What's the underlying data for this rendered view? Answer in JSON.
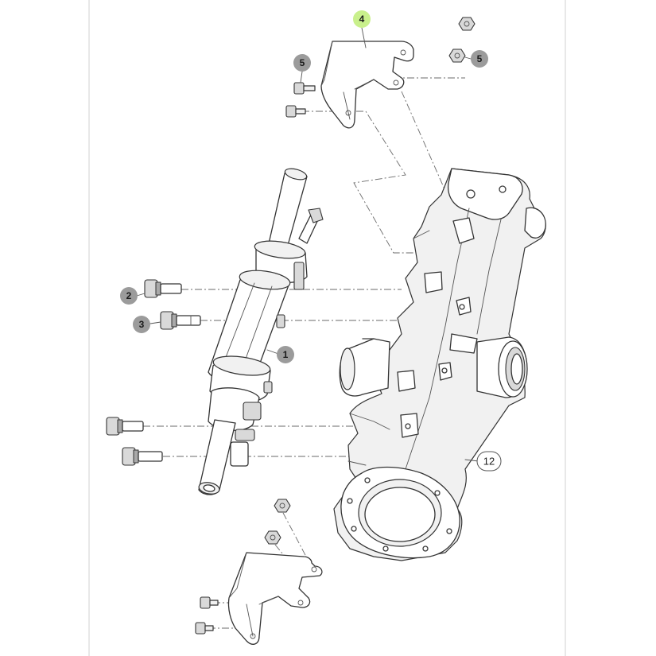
{
  "diagram": {
    "colors": {
      "callout_fill": "#9b9b9b",
      "callout_highlight": "#c9f08c",
      "line": "#333333",
      "border": "#d0d0d0"
    },
    "callouts": {
      "shaft": "1",
      "bolt_a": "2",
      "bolt_b": "3",
      "bracket_top": "4",
      "bolt_left": "5",
      "nut_right": "5",
      "housing": "12"
    }
  }
}
